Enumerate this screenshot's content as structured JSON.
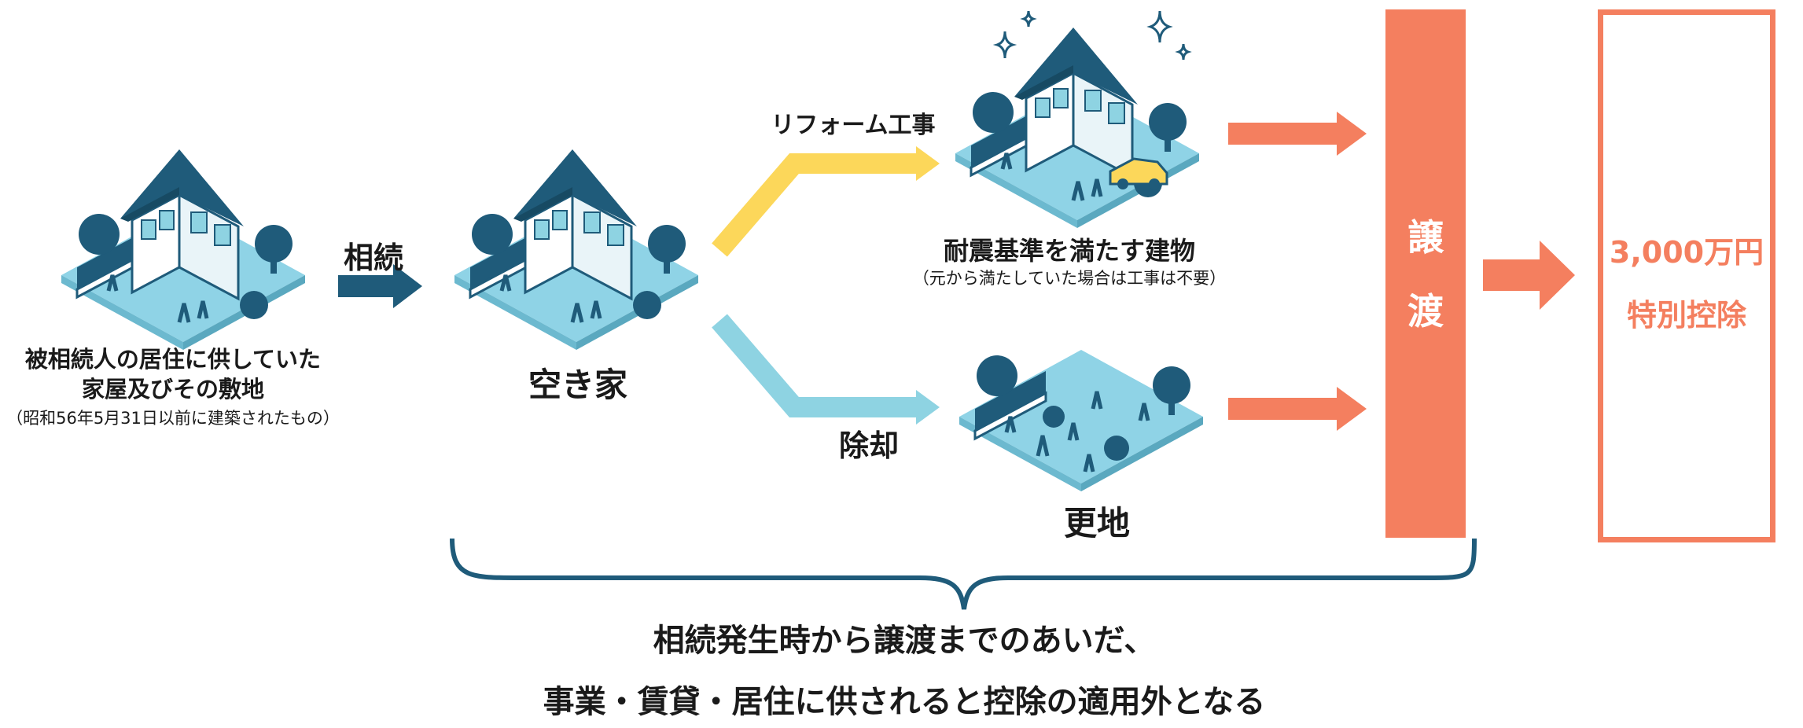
{
  "original_property": {
    "title_line1": "被相続人の居住に供していた",
    "title_line2": "家屋及びその敷地",
    "note": "（昭和56年5月31日以前に建築されたもの）"
  },
  "step_inheritance": "相続",
  "vacant_house": "空き家",
  "branch_reform": {
    "label": "リフォーム工事",
    "result": "耐震基準を満たす建物",
    "note": "（元から満たしていた場合は工事は不要）"
  },
  "branch_demolish": {
    "label": "除却",
    "result": "更地"
  },
  "transfer": {
    "char1": "譲",
    "char2": "渡"
  },
  "result": {
    "amount": "3,000万円",
    "name": "特別控除"
  },
  "caption": {
    "line1": "相続発生時から譲渡までのあいだ、",
    "line2": "事業・賃貸・居住に供されると控除の適用外となる"
  },
  "colors": {
    "navy": "#1f5b7a",
    "yellow": "#fcd75a",
    "light_blue": "#8ed3e2",
    "coral": "#f47f5f",
    "ground": "#8fd3e6"
  },
  "icons": [
    "house-illustration",
    "renovated-house-illustration",
    "vacant-lot-illustration",
    "sparkle-icon",
    "car-icon"
  ]
}
